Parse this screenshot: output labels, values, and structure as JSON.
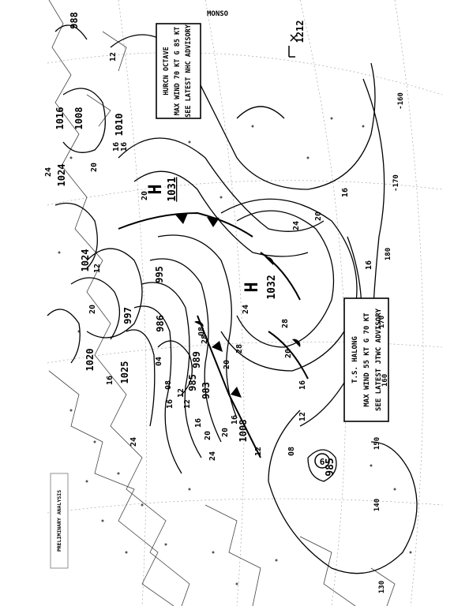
{
  "map": {
    "systems": {
      "high_a": {
        "letter": "H",
        "pressure": "1031"
      },
      "high_b": {
        "letter": "H",
        "pressure": "1032"
      },
      "low_a": {
        "pressure": "987"
      },
      "low_b": {
        "pressure": "985"
      }
    },
    "advisories": {
      "octave": {
        "line1": "HURCN OCTAVE",
        "line2": "MAX WIND 70 KT G 85 KT",
        "line3": "SEE LATEST NHC ADVISORY"
      },
      "halong": {
        "line1": "T.S. HALONG",
        "line2": "MAX WIND 55 KT G 70 KT",
        "line3": "SEE LATEST JTWC ADVISORY"
      }
    },
    "pressure_labels": [
      "988",
      "1016",
      "1008",
      "1010",
      "1024",
      "1024",
      "1020",
      "1025",
      "997",
      "995",
      "986",
      "989",
      "985",
      "983",
      "1008",
      "1212"
    ],
    "wave_labels": [
      "12",
      "16",
      "20",
      "24",
      "28",
      "16",
      "20",
      "24",
      "28",
      "12",
      "16",
      "20",
      "24",
      "28",
      "08",
      "12",
      "16",
      "20",
      "24",
      "12",
      "16",
      "20",
      "04",
      "08",
      "12",
      "16",
      "20",
      "24",
      "08",
      "12",
      "16",
      "20",
      "16",
      "20",
      "16"
    ],
    "longitudes": [
      "-160",
      "-170",
      "180",
      "170",
      "160",
      "150",
      "140",
      "130"
    ],
    "corner_text": "MONSO",
    "title_text": "PRELIMINARY ANALYSIS"
  },
  "colors": {
    "ink": "#000000",
    "paper": "#ffffff",
    "graticule": "#9a9a9a"
  }
}
